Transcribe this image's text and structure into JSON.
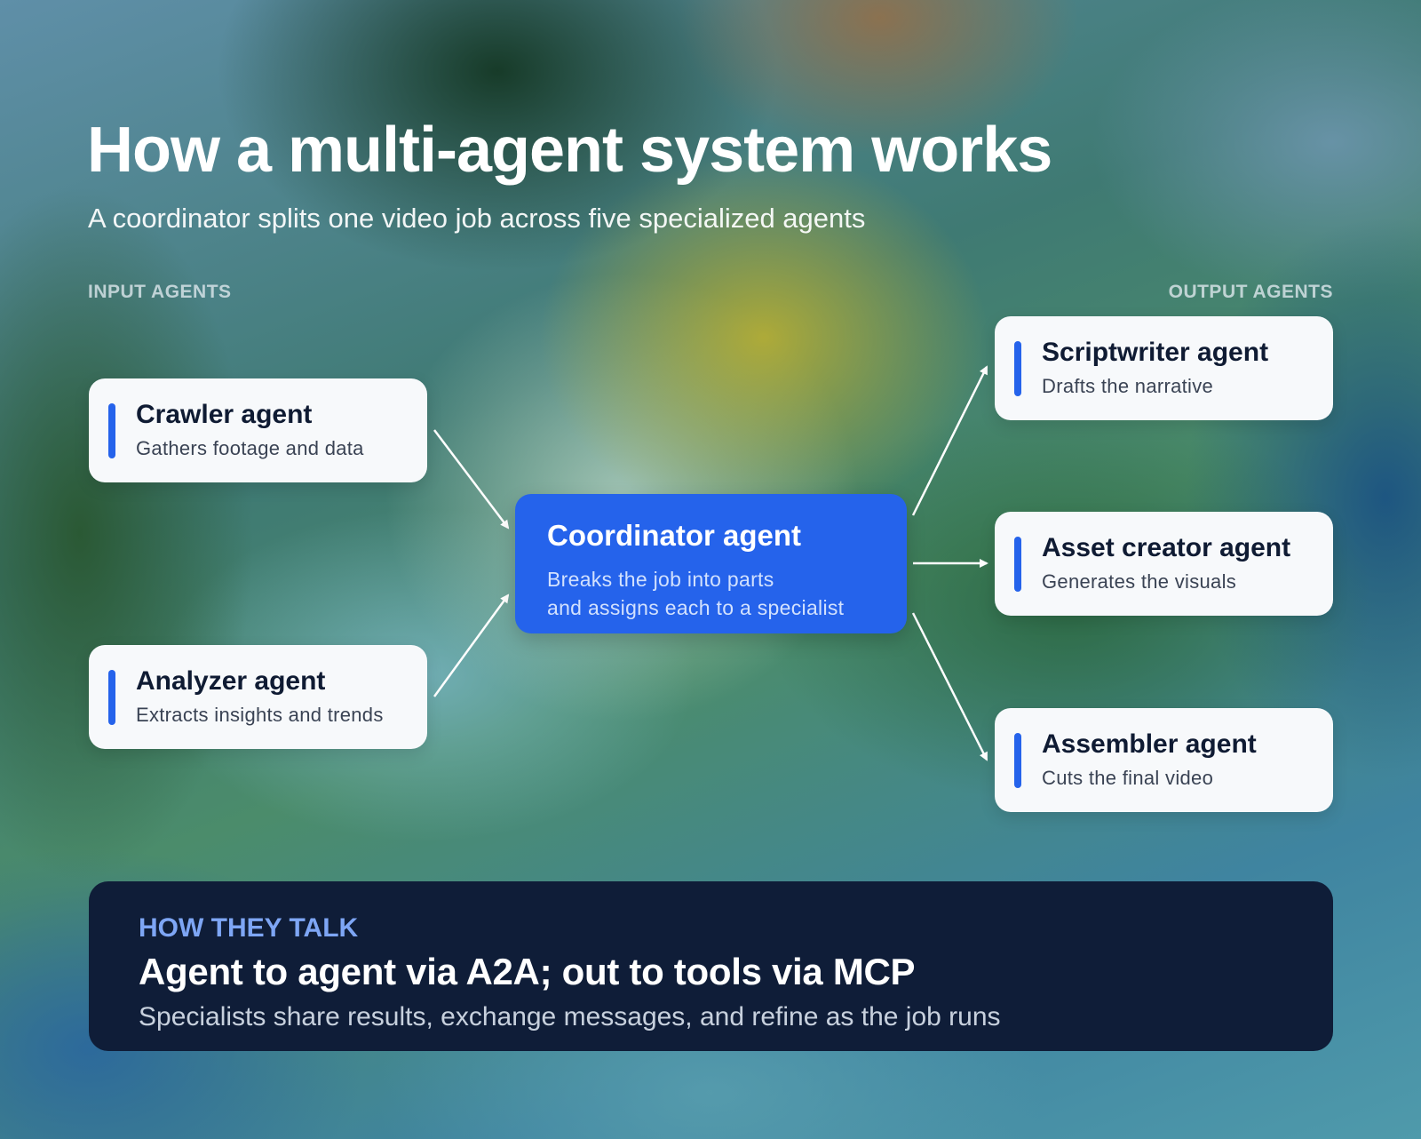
{
  "header": {
    "title": "How a multi-agent system works",
    "subtitle": "A coordinator splits one video job across five specialized agents"
  },
  "labels": {
    "input": "INPUT AGENTS",
    "output": "OUTPUT AGENTS"
  },
  "input_agents": [
    {
      "name": "Crawler agent",
      "description": "Gathers footage and data"
    },
    {
      "name": "Analyzer agent",
      "description": "Extracts insights and trends"
    }
  ],
  "coordinator": {
    "name": "Coordinator agent",
    "description_line1": "Breaks the job into parts",
    "description_line2": "and assigns each to a specialist"
  },
  "output_agents": [
    {
      "name": "Scriptwriter agent",
      "description": "Drafts the narrative"
    },
    {
      "name": "Asset creator agent",
      "description": "Generates the visuals"
    },
    {
      "name": "Assembler agent",
      "description": "Cuts the final video"
    }
  ],
  "footer": {
    "eyebrow": "HOW THEY TALK",
    "headline": "Agent to agent via A2A; out to tools via MCP",
    "caption": "Specialists share results, exchange messages, and refine as the job runs"
  },
  "colors": {
    "accent": "#2563eb",
    "card_background": "#f7f9fb",
    "footer_background": "#0f1d38",
    "arrow": "#ffffff"
  }
}
